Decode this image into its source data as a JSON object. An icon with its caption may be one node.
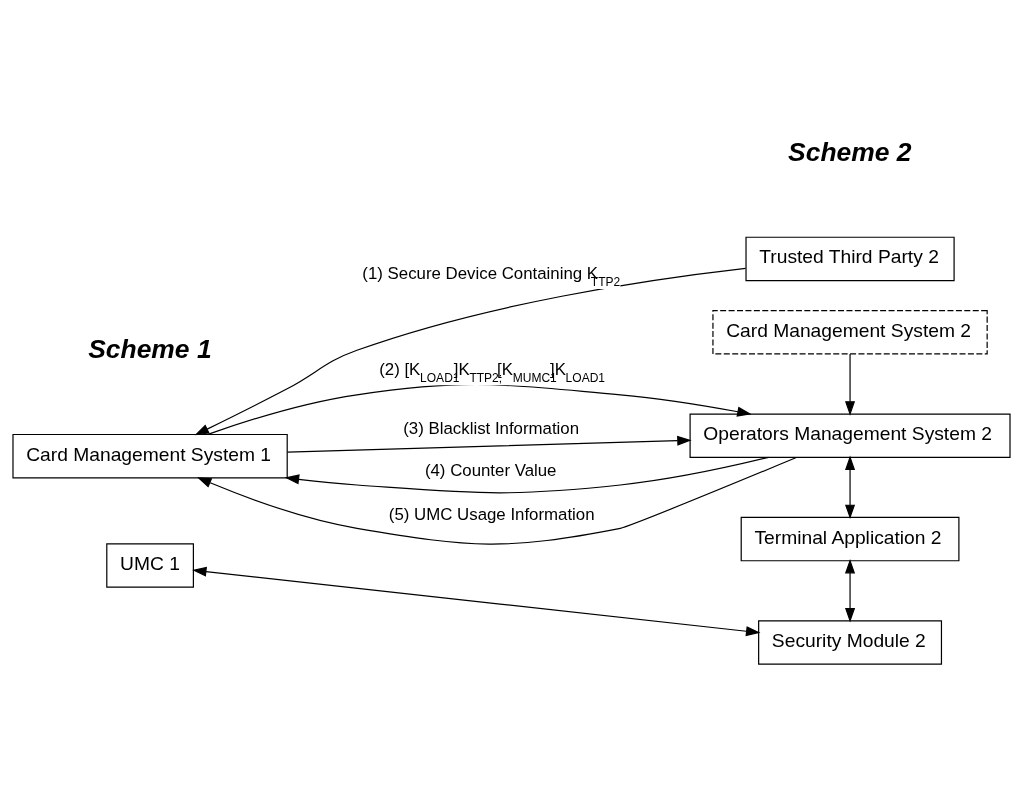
{
  "diagram": {
    "nodes": [
      {
        "text": [
          "Card Management System 1"
        ]
      },
      {
        "text": [
          "Trusted Third Party 2"
        ]
      },
      {
        "text": [
          "Card Management System 2"
        ]
      },
      {
        "text": [
          "Operators Management System 2"
        ]
      },
      {
        "text": [
          "Terminal Application 2"
        ]
      },
      {
        "text": [
          "Security Module 2"
        ]
      },
      {
        "text": [
          "UMC 1"
        ]
      }
    ],
    "edges": [
      {
        "from": 1,
        "to": 0,
        "arrow": "to",
        "label": "(1) Secure Device Containing K$_{TTP2}$"
      },
      {
        "from": 0,
        "to": 3,
        "arrow": "to",
        "label": "(2) [K$_{LOAD1}$]K$_{TTP2;}$[K$_{MUMC1}$]K$_{LOAD1}$"
      },
      {
        "from": 0,
        "to": 3,
        "arrow": "to",
        "label": "(3) Blacklist Information"
      },
      {
        "from": 3,
        "to": 0,
        "arrow": "to",
        "label": "(4) Counter Value"
      },
      {
        "from": 3,
        "to": 0,
        "arrow": "to",
        "label": "(5) UMC Usage Information"
      },
      {
        "from": 2,
        "to": 3,
        "arrow": "to"
      },
      {
        "from": 3,
        "to": 4,
        "arrow": "both"
      },
      {
        "from": 4,
        "to": 5,
        "arrow": "both"
      },
      {
        "from": 6,
        "to": 5,
        "arrow": "both"
      }
    ],
    "labels": [
      "Scheme 1",
      "Scheme 2"
    ]
  }
}
